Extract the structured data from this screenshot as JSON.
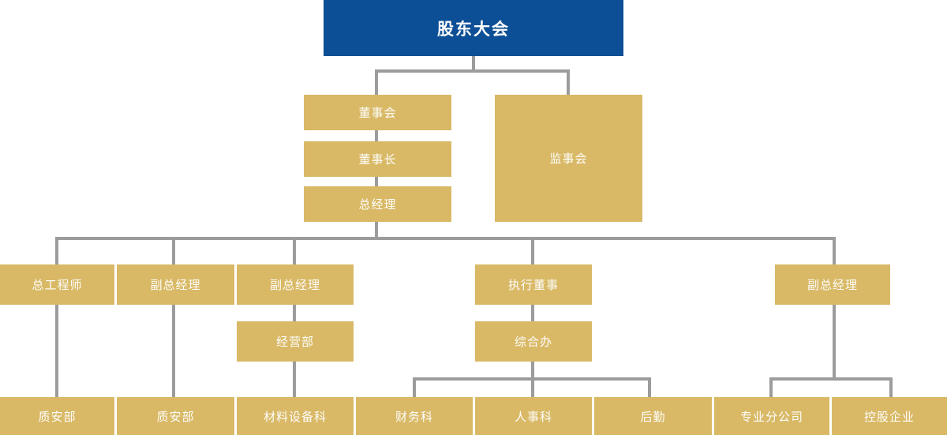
{
  "diagram": {
    "type": "org-chart",
    "title": "股东大会",
    "description_root": "股东大会"
  },
  "colors": {
    "header_box": "#0d4f96",
    "node_box": "#d9b966",
    "connector_line": "#9c9c9c",
    "node_text": "#fdfdfb",
    "background": "#ffffff"
  },
  "nodes": {
    "shareholders": "股东大会",
    "board": "董事会",
    "supervisory": "监事会",
    "chairman": "董事长",
    "general_manager": "总经理",
    "chief_engineer": "总工程师",
    "deputy_gm_1": "副总经理",
    "deputy_gm_2": "副总经理",
    "exec_director": "执行董事",
    "deputy_gm_3": "副总经理",
    "operations_dept": "经营部",
    "general_office": "综合办",
    "qa_dept_1": "质安部",
    "qa_dept_2": "质安部",
    "materials_dept": "材料设备科",
    "finance_dept": "财务科",
    "hr_dept": "人事科",
    "logistics_dept": "后勤",
    "subsidiary_companies": "专业分公司",
    "holding_enterprises": "控股企业"
  },
  "hierarchy": {
    "股东大会": {
      "监事会": {},
      "董事会": {
        "董事长": {
          "总经理": {
            "总工程师": {
              "质安部": {}
            },
            "副总经理(左)": {
              "质安部": {}
            },
            "副总经理(中)": {
              "经营部": {
                "材料设备科": {}
              }
            },
            "执行董事": {
              "综合办": {
                "财务科": {},
                "人事科": {},
                "后勤": {}
              }
            },
            "副总经理(右)": {
              "专业分公司": {},
              "控股企业": {}
            }
          }
        }
      }
    }
  }
}
